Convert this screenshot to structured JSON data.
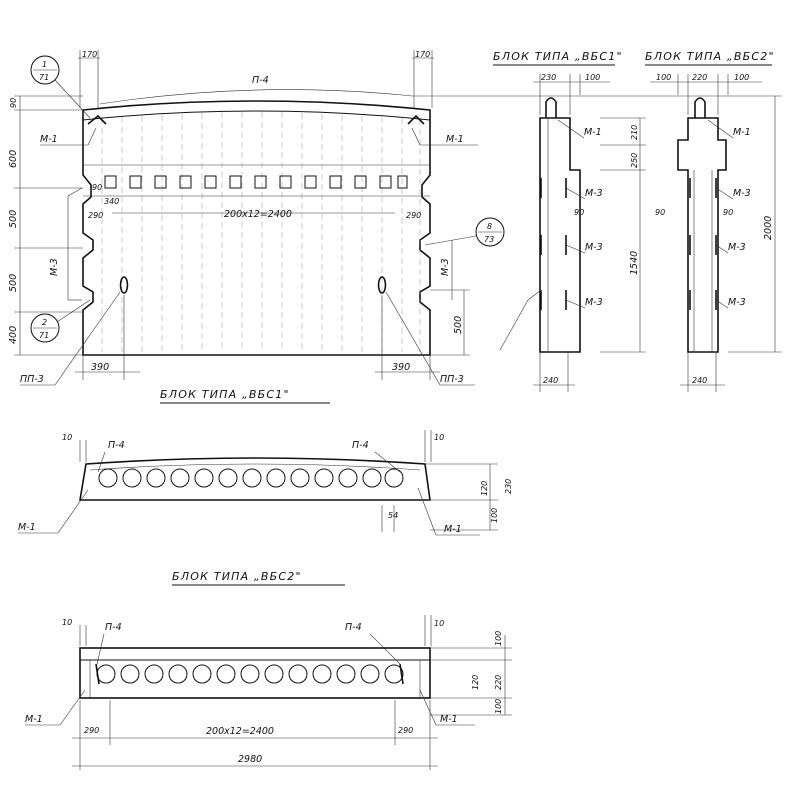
{
  "titles": {
    "front": "БЛОК ТИПА „ВБС1\"",
    "sec1": "БЛОК ТИПА „ВБС1\"",
    "sec2": "БЛОК ТИПА „ВБС2\"",
    "plan1": "БЛОК ТИПА „ВБС1\"",
    "plan2": "БЛОК ТИПА „ВБС2\""
  },
  "labels": {
    "m1": "М-1",
    "m3": "М-3",
    "p4": "П-4",
    "pp3": "ПП-3"
  },
  "circles": [
    {
      "top": "1",
      "bottom": "71"
    },
    {
      "top": "2",
      "bottom": "71"
    },
    {
      "top": "8",
      "bottom": "73"
    }
  ],
  "dims": {
    "d170": "170",
    "d90": "90",
    "d600": "600",
    "d500": "500",
    "d400": "400",
    "d290": "290",
    "d340": "340",
    "d390": "390",
    "d230": "230",
    "d100": "100",
    "d220": "220",
    "d210": "210",
    "d250": "250",
    "d1540": "1540",
    "d2000": "2000",
    "d240": "240",
    "d10": "10",
    "d54": "54",
    "d2980": "2980",
    "d200x12": "200x12=2400",
    "d120": "120"
  }
}
